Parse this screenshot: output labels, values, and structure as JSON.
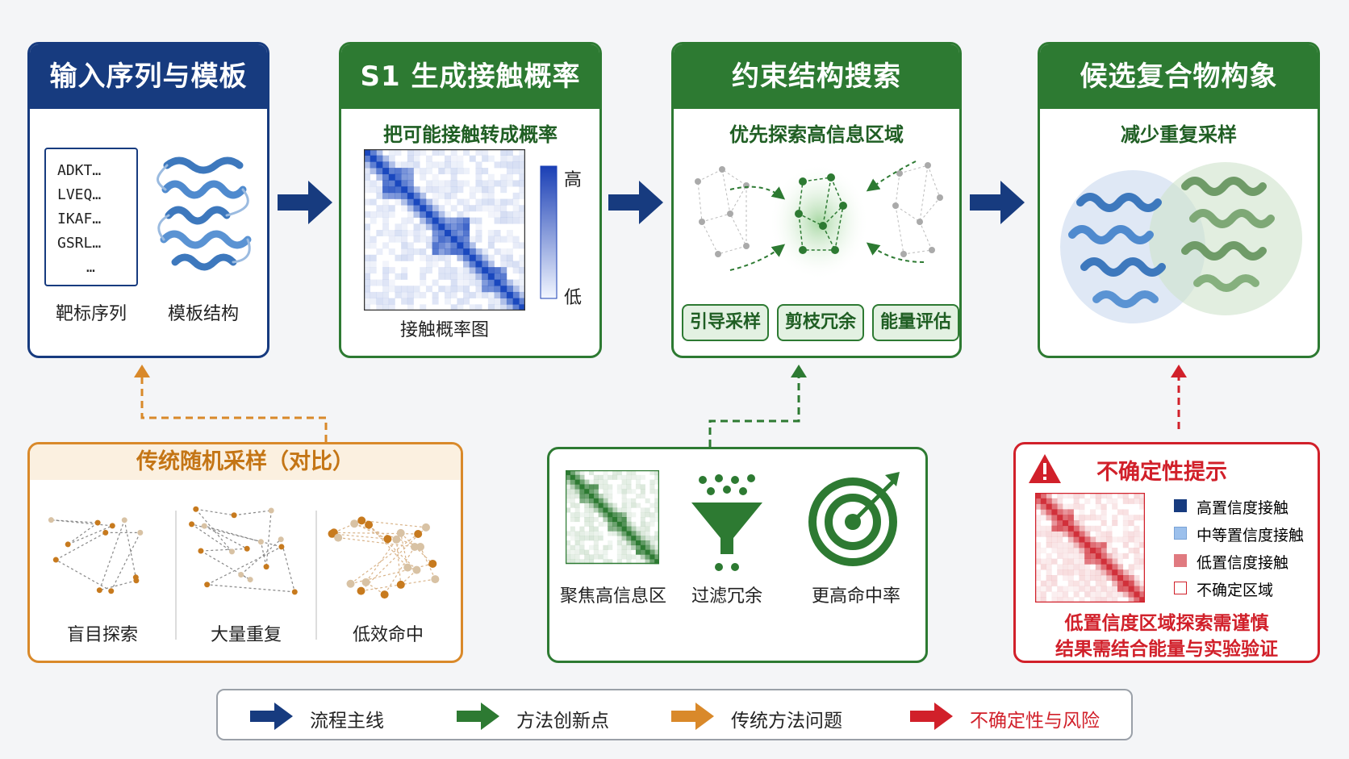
{
  "colors": {
    "navy": "#173b7f",
    "green": "#2d7a32",
    "orange": "#d9892a",
    "red": "#d1202a"
  },
  "panel1": {
    "title": "输入序列与模板",
    "seq": [
      "ADKT…",
      "LVEQ…",
      "IKAF…",
      "GSRL…",
      "…"
    ],
    "label_seq": "靶标序列",
    "label_template": "模板结构"
  },
  "panel2": {
    "title": "S1 生成接触概率",
    "subtitle": "把可能接触转成概率",
    "scale_high": "高",
    "scale_low": "低",
    "map_label": "接触概率图"
  },
  "panel3": {
    "title": "约束结构搜索",
    "subtitle": "优先探索高信息区域",
    "chips": [
      "引导采样",
      "剪枝冗余",
      "能量评估"
    ]
  },
  "panel4": {
    "title": "候选复合物构象",
    "subtitle": "减少重复采样"
  },
  "traditional": {
    "title": "传统随机采样（对比）",
    "items": [
      "盲目探索",
      "大量重复",
      "低效命中"
    ]
  },
  "method": {
    "items": [
      "聚焦高信息区",
      "过滤冗余",
      "更高命中率"
    ]
  },
  "uncertainty": {
    "title": "不确定性提示",
    "legend": [
      "高置信度接触",
      "中等置信度接触",
      "低置信度接触",
      "不确定区域"
    ],
    "notes": [
      "低置信度区域探索需谨慎",
      "结果需结合能量与实验验证"
    ]
  },
  "legend": [
    "流程主线",
    "方法创新点",
    "传统方法问题",
    "不确定性与风险"
  ]
}
